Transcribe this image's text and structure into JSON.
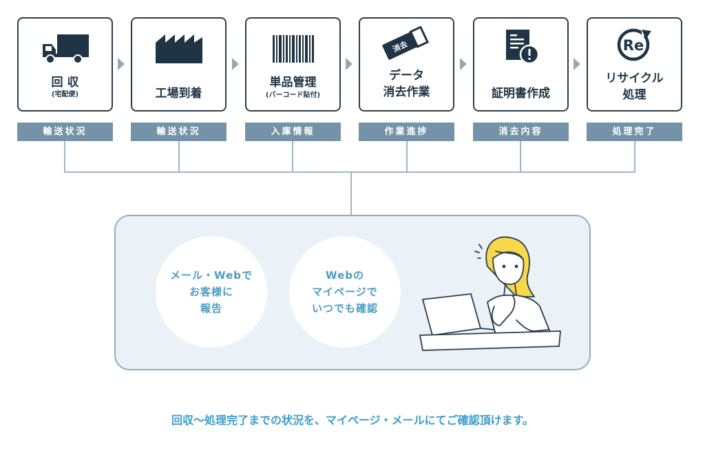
{
  "steps": [
    {
      "title": "回 収",
      "sub": "(宅配便)",
      "tag": "輸送状況",
      "icon": "truck-icon"
    },
    {
      "title": "工場到着",
      "sub": "",
      "tag": "輸送状況",
      "icon": "factory-icon"
    },
    {
      "title": "単品管理",
      "sub": "(バーコード貼付)",
      "tag": "入庫情報",
      "icon": "barcode-icon"
    },
    {
      "title_line1": "データ",
      "title_line2": "消去作業",
      "tag": "作業進捗",
      "icon": "eraser-icon",
      "icon_text": "消去"
    },
    {
      "title": "証明書作成",
      "sub": "",
      "tag": "消去内容",
      "icon": "certificate-icon"
    },
    {
      "title_line1": "リサイクル",
      "title_line2": "処理",
      "tag": "処理完了",
      "icon": "recycle-icon",
      "icon_text": "Re"
    }
  ],
  "bubbles": [
    {
      "lines": [
        "メール・Webで",
        "お客様に",
        "報告"
      ]
    },
    {
      "lines": [
        "Webの",
        "マイページで",
        "いつでも確認"
      ]
    }
  ],
  "illustration": {
    "icon": "woman-at-laptop-icon"
  },
  "caption": "回収〜処理完了までの状況を、マイページ・メールにてご確認頂けます。",
  "colors": {
    "navy": "#1f3444",
    "tag": "#7593a8",
    "accent": "#3a9ccb",
    "panel": "#eaf2f7"
  }
}
